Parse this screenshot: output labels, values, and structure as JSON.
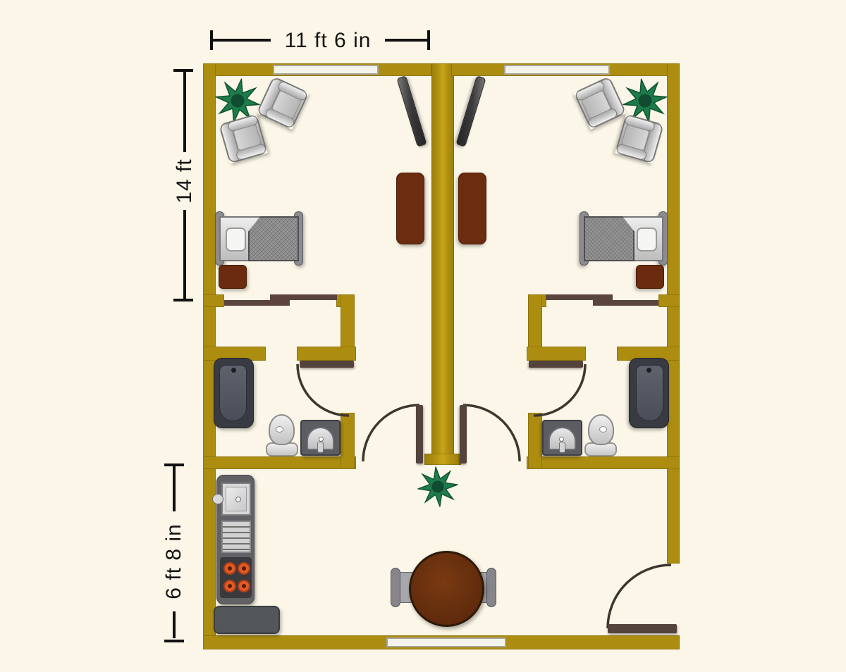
{
  "title": "Two-unit apartment floor plan",
  "dimensions": {
    "top_width": "11 ft 6 in",
    "room_height": "14 ft",
    "shared_height": "6 ft 8 in"
  },
  "colors": {
    "background": "#fbf6e7",
    "wall_gold": "#ad8d10",
    "wall_highlight": "#c7a51a",
    "door_panel_brown": "#54433c",
    "wood_brown": "#6b2c10",
    "table_brown": "#5e2a0c",
    "plant_green": "#1d7c49",
    "swing_arc": "#3b372f",
    "furniture_gray": "#c9c9c9",
    "tub_gray": "#4a4e58",
    "burner_orange": "#e05a28",
    "dimension_text": "#141414"
  },
  "rooms": [
    "living-sleeping-area-left",
    "living-sleeping-area-right",
    "closet-left",
    "closet-right",
    "bathroom-left",
    "bathroom-right",
    "shared-kitchen-dining"
  ],
  "furniture_icons": [
    "potted-plant-icon",
    "armchair-icon",
    "tv-icon",
    "dresser-icon",
    "bed-icon",
    "nightstand-icon",
    "bathtub-icon",
    "toilet-icon",
    "sink-vanity-icon",
    "kitchen-sink-icon",
    "stove-icon",
    "counter-icon",
    "dining-table-icon",
    "dining-chair-icon",
    "window-icon",
    "door-swing-icon"
  ]
}
